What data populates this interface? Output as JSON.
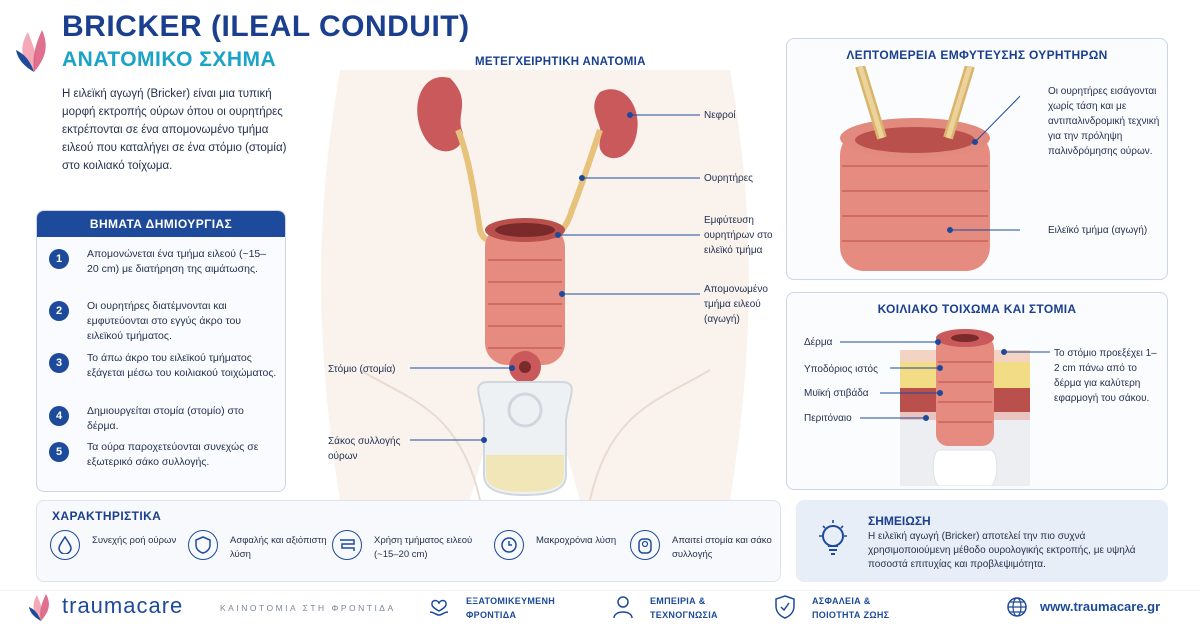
{
  "header": {
    "title": "BRICKER (ILEAL CONDUIT)",
    "subtitle": "ΑΝΑΤΟΜΙΚΟ ΣΧΗΜΑ",
    "intro": "Η ειλεϊκή αγωγή (Bricker) είναι μια τυπική μορφή εκτροπής ούρων όπου οι ουρητήρες εκτρέπονται σε ένα απομονωμένο τμήμα ειλεού που καταλήγει σε ένα στόμιο (στομία) στο κοιλιακό τοίχωμα."
  },
  "steps": {
    "title": "ΒΗΜΑΤΑ ΔΗΜΙΟΥΡΓΙΑΣ",
    "items": [
      {
        "num": "1",
        "text": "Απομονώνεται ένα τμήμα ειλεού (~15–20 cm) με διατήρηση της αιμάτωσης."
      },
      {
        "num": "2",
        "text": "Οι ουρητήρες διατέμνονται και εμφυτεύονται στο εγγύς άκρο του ειλεϊκού τμήματος."
      },
      {
        "num": "3",
        "text": "Το άπω άκρο του ειλεϊκού τμήματος εξάγεται μέσω του κοιλιακού τοιχώματος."
      },
      {
        "num": "4",
        "text": "Δημιουργείται στομία (στομίο) στο δέρμα."
      },
      {
        "num": "5",
        "text": "Τα ούρα παροχετεύονται συνεχώς σε εξωτερικό σάκο συλλογής."
      }
    ]
  },
  "anatomy": {
    "title": "ΜΕΤΕΓΧΕΙΡΗΤΙΚΗ ΑΝΑΤΟΜΙΑ",
    "kidneys": "Νεφροί",
    "ureters": "Ουρητήρες",
    "implant": "Εμφύτευση ουρητήρων στο ειλεϊκό τμήμα",
    "segment": "Απομονωμένο τμήμα ειλεού (αγωγή)",
    "stoma": "Στόμιο (στομία)",
    "bag": "Σάκος συλλογής ούρων"
  },
  "detail": {
    "title": "ΛΕΠΤΟΜΕΡΕΙΑ ΕΜΦΥΤΕΥΣΗΣ ΟΥΡΗΤΗΡΩΝ",
    "ureter_note": "Οι ουρητήρες εισάγονται χωρίς τάση και με αντιπαλινδρομική τεχνική για την πρόληψη παλινδρόμησης ούρων.",
    "segment_note": "Ειλεϊκό τμήμα (αγωγή)"
  },
  "wall": {
    "title": "ΚΟΙΛΙΑΚΟ ΤΟΙΧΩΜΑ ΚΑΙ ΣΤΟΜΙΑ",
    "skin": "Δέρμα",
    "subcut": "Υποδόριος ιστός",
    "muscle": "Μυϊκή στιβάδα",
    "peritoneum": "Περιτόναιο",
    "stoma_note": "Το στόμιο προεξέχει 1–2 cm πάνω από το δέρμα για καλύτερη εφαρμογή του σάκου."
  },
  "features": {
    "title": "ΧΑΡΑΚΤΗΡΙΣΤΙΚΑ",
    "items": [
      {
        "icon": "drop-icon",
        "text": "Συνεχής ροή ούρων"
      },
      {
        "icon": "shield-icon",
        "text": "Ασφαλής και αξιόπιστη λύση"
      },
      {
        "icon": "intestine-icon",
        "text": "Χρήση τμήματος ειλεού (~15–20 cm)"
      },
      {
        "icon": "clock-icon",
        "text": "Μακροχρόνια λύση"
      },
      {
        "icon": "bag-icon",
        "text": "Απαιτεί στομία και σάκο συλλογής"
      }
    ]
  },
  "note": {
    "title": "ΣΗΜΕΙΩΣΗ",
    "text": "Η ειλεϊκή αγωγή (Bricker) αποτελεί την πιο συχνά χρησιμοποιούμενη μέθοδο ουρολογικής εκτροπής, με υψηλά ποσοστά επιτυχίας και προβλεψιμότητα."
  },
  "footer": {
    "brand": "traumacare",
    "slogan": "ΚΑΙΝΟΤΟΜΙΑ ΣΤΗ ΦΡΟΝΤΙΔΑ",
    "item1_l1": "ΕΞΑΤΟΜΙΚΕΥΜΕΝΗ",
    "item1_l2": "ΦΡΟΝΤΙΔΑ",
    "item2_l1": "ΕΜΠΕΙΡΙΑ &",
    "item2_l2": "ΤΕΧΝΟΓΝΩΣΙΑ",
    "item3_l1": "ΑΣΦΑΛΕΙΑ &",
    "item3_l2": "ΠΟΙΟΤΗΤΑ ΖΩΗΣ",
    "website": "www.traumacare.gr"
  },
  "colors": {
    "navy": "#1a3f8f",
    "teal": "#1aa3c7",
    "bowel": "#e58b7f",
    "kidney": "#c9595a",
    "ureter": "#e6c27a"
  }
}
